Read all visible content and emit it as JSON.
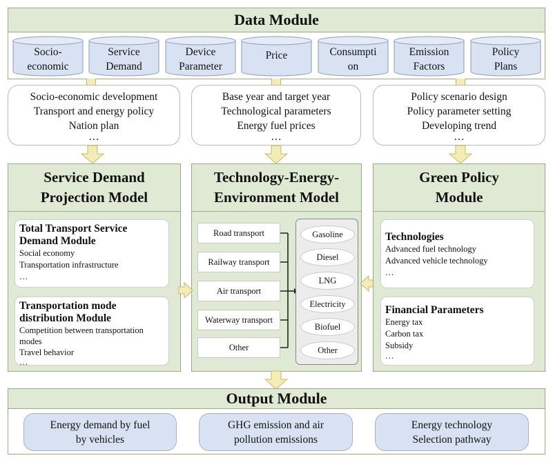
{
  "data_module": {
    "title": "Data Module",
    "items": [
      {
        "line1": "Socio-",
        "line2": "economic"
      },
      {
        "line1": "Service",
        "line2": "Demand"
      },
      {
        "line1": "Device",
        "line2": "Parameter"
      },
      {
        "line1": "Price",
        "line2": ""
      },
      {
        "line1": "Consumpti",
        "line2": "on"
      },
      {
        "line1": "Emission",
        "line2": "Factors"
      },
      {
        "line1": "Policy",
        "line2": "Plans"
      }
    ]
  },
  "inputs": [
    {
      "lines": [
        "Socio-economic development",
        "Transport and energy policy",
        "Nation plan",
        "…"
      ]
    },
    {
      "lines": [
        "Base year and target year",
        "Technological parameters",
        "Energy fuel prices",
        "…"
      ]
    },
    {
      "lines": [
        "Policy scenario design",
        "Policy parameter setting",
        "Developing trend",
        "…"
      ]
    }
  ],
  "service_demand": {
    "title1": "Service Demand",
    "title2": "Projection Model",
    "module1": {
      "title1": "Total Transport Service",
      "title2": "Demand Module",
      "lines": [
        "Social economy",
        "Transportation infrastructure",
        "…"
      ]
    },
    "module2": {
      "title1": "Transportation mode",
      "title2": "distribution Module",
      "lines": [
        "Competition between transportation",
        "modes",
        "Travel behavior",
        "…"
      ]
    }
  },
  "tee_model": {
    "title1": "Technology-Energy-",
    "title2": "Environment Model",
    "transports": [
      "Road transport",
      "Railway transport",
      "Air transport",
      "Waterway transport",
      "Other"
    ],
    "fuels": [
      "Gasoline",
      "Diesel",
      "LNG",
      "Electricity",
      "Biofuel",
      "Other"
    ]
  },
  "green_policy": {
    "title1": "Green Policy",
    "title2": "Module",
    "tech": {
      "title": "Technologies",
      "lines": [
        "Advanced fuel technology",
        "Advanced vehicle technology",
        "…"
      ]
    },
    "fin": {
      "title": "Financial Parameters",
      "lines": [
        "Energy tax",
        "Carbon tax",
        "Subsidy",
        "…"
      ]
    }
  },
  "output_module": {
    "title": "Output Module",
    "items": [
      {
        "line1": "Energy demand by fuel",
        "line2": "by vehicles"
      },
      {
        "line1": "GHG emission and air",
        "line2": "pollution emissions"
      },
      {
        "line1": "Energy technology",
        "line2": "Selection pathway"
      }
    ]
  },
  "colors": {
    "green_fill": "#dfe9d4",
    "blue_fill": "#d9e2f2",
    "arrow_fill": "#f3ecb6",
    "cylinder_fill": "#d9e2f2"
  }
}
